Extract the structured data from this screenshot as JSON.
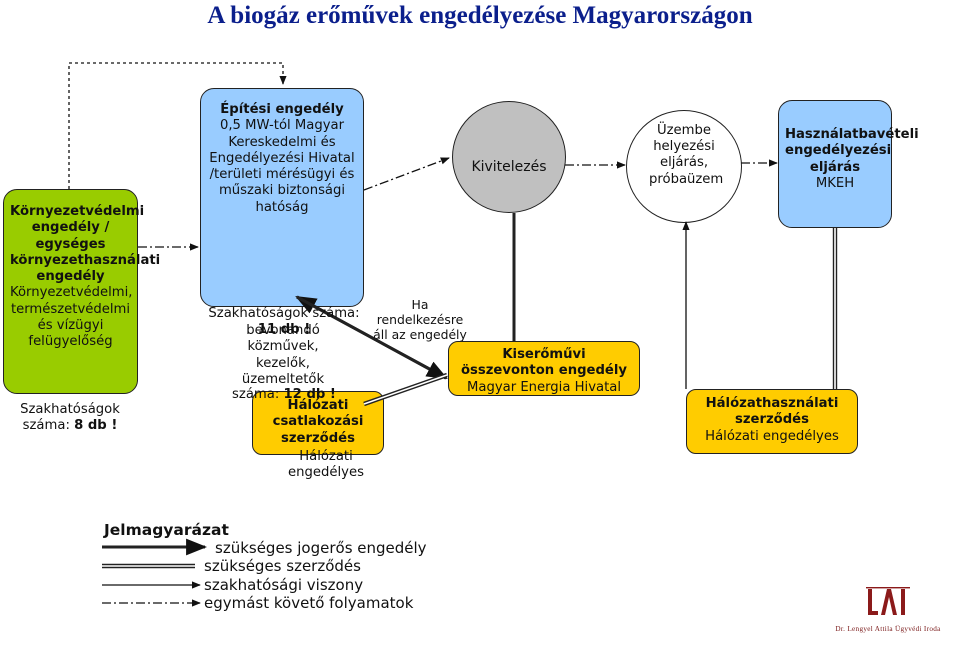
{
  "title": "A biogáz erőművek engedélyezése Magyarországon",
  "nodes": {
    "env": {
      "bold": "Környezetvédelmi engedély / egységes környezethasználati engedély",
      "text": "Környezetvédelmi, természetvédelmi és vízügyi felügyelőség",
      "count_label": "Szakhatóságok száma:",
      "count": "8 db !"
    },
    "building": {
      "bold": "Építési engedély",
      "text": "0,5 MW-tól Magyar Kereskedelmi és Engedélyezési Hivatal /területi mérésügyi és műszaki biztonsági hatóság",
      "count_label": "Szakhatóságok száma:",
      "count": "11 db !"
    },
    "utilities": {
      "text": "bevonandó közművek, kezelők, üzemeltetők",
      "count_label": "száma:",
      "count": "12 db !"
    },
    "grid_connection": {
      "bold": "Hálózati csatlakozási szerződés",
      "text": "Hálózati engedélyes"
    },
    "condition_note": "Ha rendelkezésre áll az engedély",
    "construction": "Kivitelezés",
    "power_plant": {
      "bold": "Kiserőművi összevonton engedély",
      "text": "Magyar Energia Hivatal"
    },
    "commissioning": "Üzembe helyezési eljárás, próbaüzem",
    "usage": {
      "bold": "Használatbavételi engedélyezési eljárás",
      "text": "MKEH"
    },
    "grid_usage": {
      "bold": "Hálózathasználati szerződés",
      "text": "Hálózati engedélyes"
    }
  },
  "legend": {
    "title": "Jelmagyarázat",
    "items": [
      {
        "label": "szükséges jogerős engedély",
        "style": "thick"
      },
      {
        "label": "szükséges szerződés",
        "style": "double"
      },
      {
        "label": "szakhatósági viszony",
        "style": "thin"
      },
      {
        "label": "egymást követő folyamatok",
        "style": "dashdot"
      }
    ]
  },
  "logo": {
    "caption": "Dr. Lengyel Attila Ügyvédi Iroda",
    "glyph": "LAI monogram"
  },
  "colors": {
    "title": "#0b1f8c",
    "green": "#99cc00",
    "blue": "#99ccff",
    "yellow": "#ffcc00",
    "gray": "#c0c0c0",
    "logo": "#8b1a1a"
  }
}
